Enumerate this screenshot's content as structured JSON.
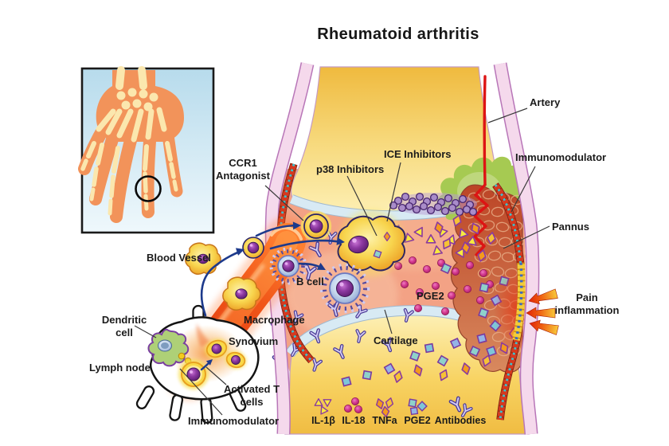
{
  "title": "Rheumatoid arthritis",
  "labels": {
    "ccr1_antagonist": "CCR1 Antagonist",
    "blood_vessel": "Blood Vessel",
    "artery": "Artery",
    "immunomodulator_right": "Immunomodulator",
    "pannus": "Pannus",
    "pain_inflammation": "Pain inflammation",
    "p38_inhibitors": "p38 Inhibitors",
    "ice_inhibitors": "ICE Inhibitors",
    "b_cell": "B cell",
    "pge2": "PGE2",
    "macrophage": "Macrophage",
    "synovium": "Synovium",
    "cartilage": "Cartilage",
    "dendritic_cell": "Dendritic cell",
    "lymph_node": "Lymph node",
    "activated_t_cells": "Activated T cells",
    "immunomodulator_bottom": "Immunomodulator"
  },
  "legend": {
    "items": [
      {
        "id": "il1b",
        "label": "IL-1β"
      },
      {
        "id": "il18",
        "label": "IL-18"
      },
      {
        "id": "tnfa",
        "label": "TNFa"
      },
      {
        "id": "pge2",
        "label": "PGE2"
      },
      {
        "id": "antibodies",
        "label": "Antibodies"
      }
    ]
  },
  "colors": {
    "bone": "#f6d368",
    "cartilage": "#d8eaf4",
    "capsule_pink": "#f5d9ec",
    "synovial_fluid": "#f3a285",
    "vessel_red": "#e84a18",
    "artery_red": "#dd1414",
    "pannus_brown": "#c35330",
    "green_erosion": "#a6ca52",
    "arrow_navy": "#1d3a8c",
    "pain_arrow_red": "#e02408",
    "label_text": "#1b1b1b"
  }
}
